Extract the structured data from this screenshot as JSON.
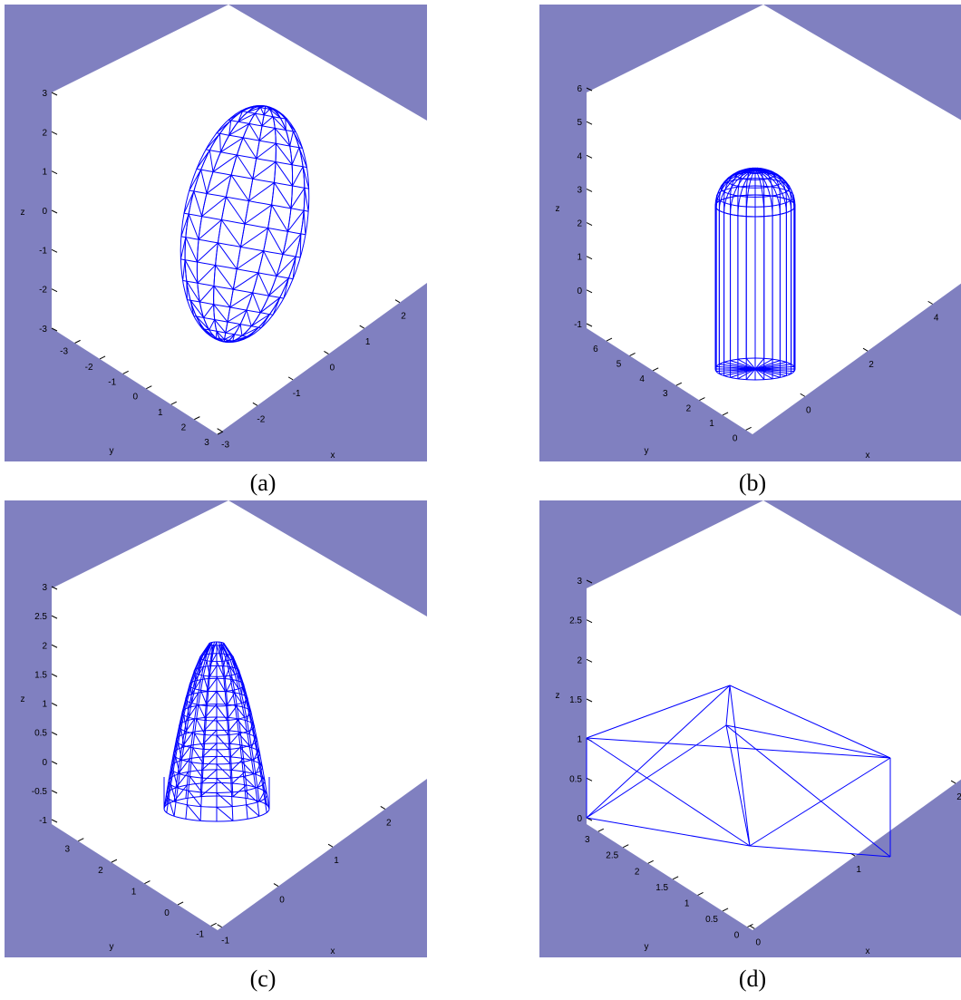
{
  "colors": {
    "background": "#8080c0",
    "axes_face": "#ffffff",
    "mesh": "#0000ff",
    "text": "#000000"
  },
  "chart_data": [
    {
      "type": "mesh-3d",
      "shape": "ellipsoid",
      "caption": "(a)",
      "xlabel": "x",
      "ylabel": "y",
      "zlabel": "z",
      "xlim": [
        -3,
        3
      ],
      "ylim": [
        -3,
        3
      ],
      "zlim": [
        -3,
        3
      ],
      "xticks": [
        "-3",
        "-2",
        "-1",
        "0",
        "1",
        "2"
      ],
      "yticks": [
        "-3",
        "-2",
        "-1",
        "0",
        "1",
        "2",
        "3"
      ],
      "zticks": [
        "-3",
        "-2",
        "-1",
        "0",
        "1",
        "2",
        "3"
      ]
    },
    {
      "type": "mesh-3d",
      "shape": "capsule",
      "caption": "(b)",
      "xlabel": "x",
      "ylabel": "y",
      "zlabel": "z",
      "xlim": [
        -1,
        6
      ],
      "ylim": [
        -1,
        6
      ],
      "zlim": [
        -1,
        6
      ],
      "xticks": [
        "0",
        "2",
        "4"
      ],
      "yticks": [
        "0",
        "1",
        "2",
        "3",
        "4",
        "5",
        "6"
      ],
      "zticks": [
        "-1",
        "0",
        "1",
        "2",
        "3",
        "4",
        "5",
        "6"
      ]
    },
    {
      "type": "mesh-3d",
      "shape": "paraboloid",
      "caption": "(c)",
      "xlabel": "x",
      "ylabel": "y",
      "zlabel": "z",
      "xlim": [
        -1,
        3
      ],
      "ylim": [
        -1,
        3
      ],
      "zlim": [
        -1,
        3
      ],
      "xticks": [
        "-1",
        "0",
        "1",
        "2"
      ],
      "yticks": [
        "-1",
        "0",
        "1",
        "2",
        "3"
      ],
      "zticks": [
        "-1",
        "-0.5",
        "0",
        "0.5",
        "1",
        "1.5",
        "2",
        "2.5",
        "3"
      ]
    },
    {
      "type": "mesh-3d",
      "shape": "box",
      "caption": "(d)",
      "xlabel": "x",
      "ylabel": "y",
      "zlabel": "z",
      "xlim": [
        0,
        2
      ],
      "ylim": [
        0,
        3
      ],
      "zlim": [
        0,
        3
      ],
      "xticks": [
        "0",
        "1",
        "2"
      ],
      "yticks": [
        "0",
        "0.5",
        "1",
        "1.5",
        "2",
        "2.5",
        "3"
      ],
      "zticks": [
        "0",
        "0.5",
        "1",
        "1.5",
        "2",
        "2.5",
        "3"
      ]
    }
  ]
}
